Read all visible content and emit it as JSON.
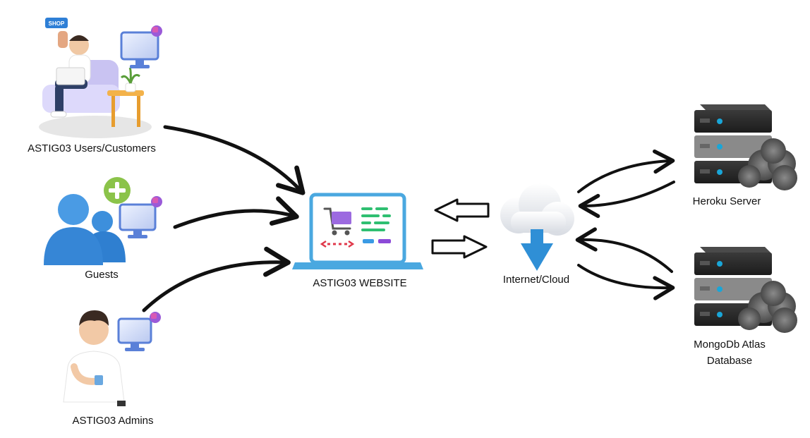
{
  "nodes": {
    "users": "ASTIG03 Users/Customers",
    "guests": "Guests",
    "admins": "ASTIG03 Admins",
    "website": "ASTIG03 WEBSITE",
    "cloud": "Internet/Cloud",
    "heroku": "Heroku Server",
    "mongo_line1": "MongoDb Atlas",
    "mongo_line2": "Database"
  },
  "shop_sign": "SHOP",
  "icons": [
    "customer-illustration",
    "guests-icon",
    "admin-illustration",
    "monitor-icon",
    "laptop-icon",
    "cart-icon",
    "cloud-icon",
    "download-arrow-icon",
    "server-icon"
  ],
  "colors": {
    "arrow": "#111111",
    "laptop": "#4aa8e0",
    "cloud_arrow": "#2f8fd6",
    "server": "#2a2a2a",
    "server_light": "#19a6d8",
    "guest_blue": "#2f7fd0",
    "plus_green": "#8bc34a"
  }
}
